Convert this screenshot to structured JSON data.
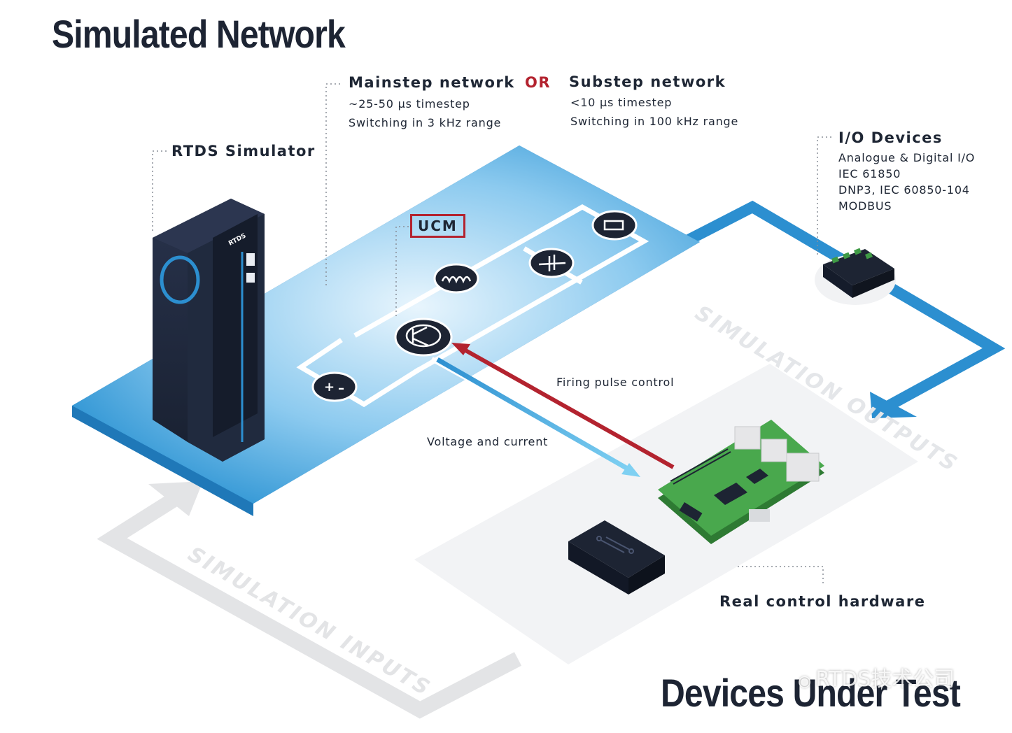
{
  "titles": {
    "simulated_network": "Simulated Network",
    "devices_under_test": "Devices Under Test"
  },
  "rtds_simulator": {
    "label": "RTDS Simulator",
    "logo": "RTDS"
  },
  "mainstep": {
    "title": "Mainstep network",
    "line1": "~25-50 µs timestep",
    "line2": "Switching in 3 kHz range"
  },
  "or_label": "OR",
  "substep": {
    "title": "Substep network",
    "line1": "<10 µs timestep",
    "line2": "Switching in 100 kHz range"
  },
  "io_devices": {
    "title": "I/O Devices",
    "items": [
      "Analogue & Digital I/O",
      "IEC 61850",
      "DNP3, IEC 60850-104",
      "MODBUS"
    ]
  },
  "ucm_label": "UCM",
  "arrows": {
    "firing_pulse": "Firing pulse control",
    "voltage_current": "Voltage and current"
  },
  "flows": {
    "outputs": "SIMULATION OUTPUTS",
    "inputs": "SIMULATION INPUTS"
  },
  "real_control": "Real control hardware",
  "watermark": "RTDS技术公司",
  "colors": {
    "platform_light": "#cfeaf9",
    "platform_dark": "#2b93d3",
    "navy": "#1d2433",
    "accent_red": "#b3232f",
    "pcb_green": "#3f9a45",
    "flow_blue": "#2c8fd0"
  }
}
